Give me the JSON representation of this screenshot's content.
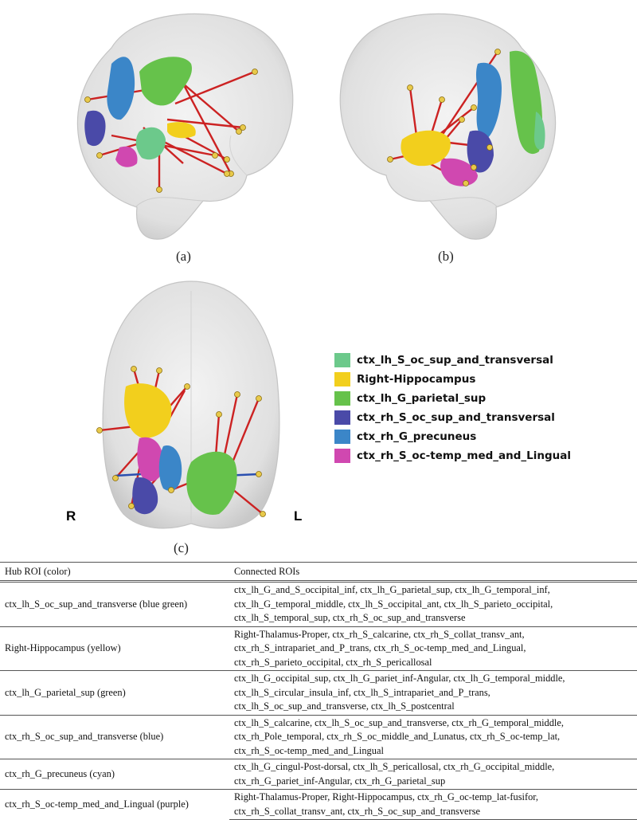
{
  "figure": {
    "captions": [
      "(a)",
      "(b)",
      "(c)"
    ],
    "orientation": {
      "right": "R",
      "left": "L"
    },
    "legend": [
      {
        "label": "ctx_lh_S_oc_sup_and_transversal",
        "color": "#6cc98b"
      },
      {
        "label": "Right-Hippocampus",
        "color": "#f2cf1d"
      },
      {
        "label": "ctx_lh_G_parietal_sup",
        "color": "#66c24b"
      },
      {
        "label": "ctx_rh_S_oc_sup_and_transversal",
        "color": "#4a4aa8"
      },
      {
        "label": "ctx_rh_G_precuneus",
        "color": "#3b86c8"
      },
      {
        "label": "ctx_rh_S_oc-temp_med_and_Lingual",
        "color": "#d048b0"
      }
    ],
    "edge_color": "#cc2222",
    "node_color": "#e8c94a"
  },
  "table": {
    "headers": [
      "Hub ROI (color)",
      "Connected ROIs"
    ],
    "rows": [
      {
        "hub": "ctx_lh_S_oc_sup_and_transverse (blue green)",
        "connected": [
          "ctx_lh_G_and_S_occipital_inf, ctx_lh_G_parietal_sup, ctx_lh_G_temporal_inf,",
          "ctx_lh_G_temporal_middle, ctx_lh_S_occipital_ant, ctx_lh_S_parieto_occipital,",
          "ctx_lh_S_temporal_sup, ctx_rh_S_oc_sup_and_transverse"
        ]
      },
      {
        "hub": "Right-Hippocampus (yellow)",
        "connected": [
          "Right-Thalamus-Proper, ctx_rh_S_calcarine, ctx_rh_S_collat_transv_ant,",
          "ctx_rh_S_intrapariet_and_P_trans, ctx_rh_S_oc-temp_med_and_Lingual,",
          "ctx_rh_S_parieto_occipital, ctx_rh_S_pericallosal"
        ]
      },
      {
        "hub": "ctx_lh_G_parietal_sup (green)",
        "connected": [
          "ctx_lh_G_occipital_sup, ctx_lh_G_pariet_inf-Angular, ctx_lh_G_temporal_middle,",
          "ctx_lh_S_circular_insula_inf, ctx_lh_S_intrapariet_and_P_trans,",
          "ctx_lh_S_oc_sup_and_transverse, ctx_lh_S_postcentral"
        ]
      },
      {
        "hub": "ctx_rh_S_oc_sup_and_transverse (blue)",
        "connected": [
          "ctx_lh_S_calcarine, ctx_lh_S_oc_sup_and_transverse, ctx_rh_G_temporal_middle,",
          "ctx_rh_Pole_temporal, ctx_rh_S_oc_middle_and_Lunatus, ctx_rh_S_oc-temp_lat,",
          "ctx_rh_S_oc-temp_med_and_Lingual"
        ]
      },
      {
        "hub": "ctx_rh_G_precuneus (cyan)",
        "connected": [
          "ctx_lh_G_cingul-Post-dorsal, ctx_lh_S_pericallosal, ctx_rh_G_occipital_middle,",
          "ctx_rh_G_pariet_inf-Angular, ctx_rh_G_parietal_sup"
        ]
      },
      {
        "hub": "ctx_rh_S_oc-temp_med_and_Lingual (purple)",
        "connected": [
          "Right-Thalamus-Proper, Right-Hippocampus, ctx_rh_G_oc-temp_lat-fusifor,",
          "ctx_rh_S_collat_transv_ant, ctx_rh_S_oc_sup_and_transverse"
        ]
      }
    ]
  }
}
